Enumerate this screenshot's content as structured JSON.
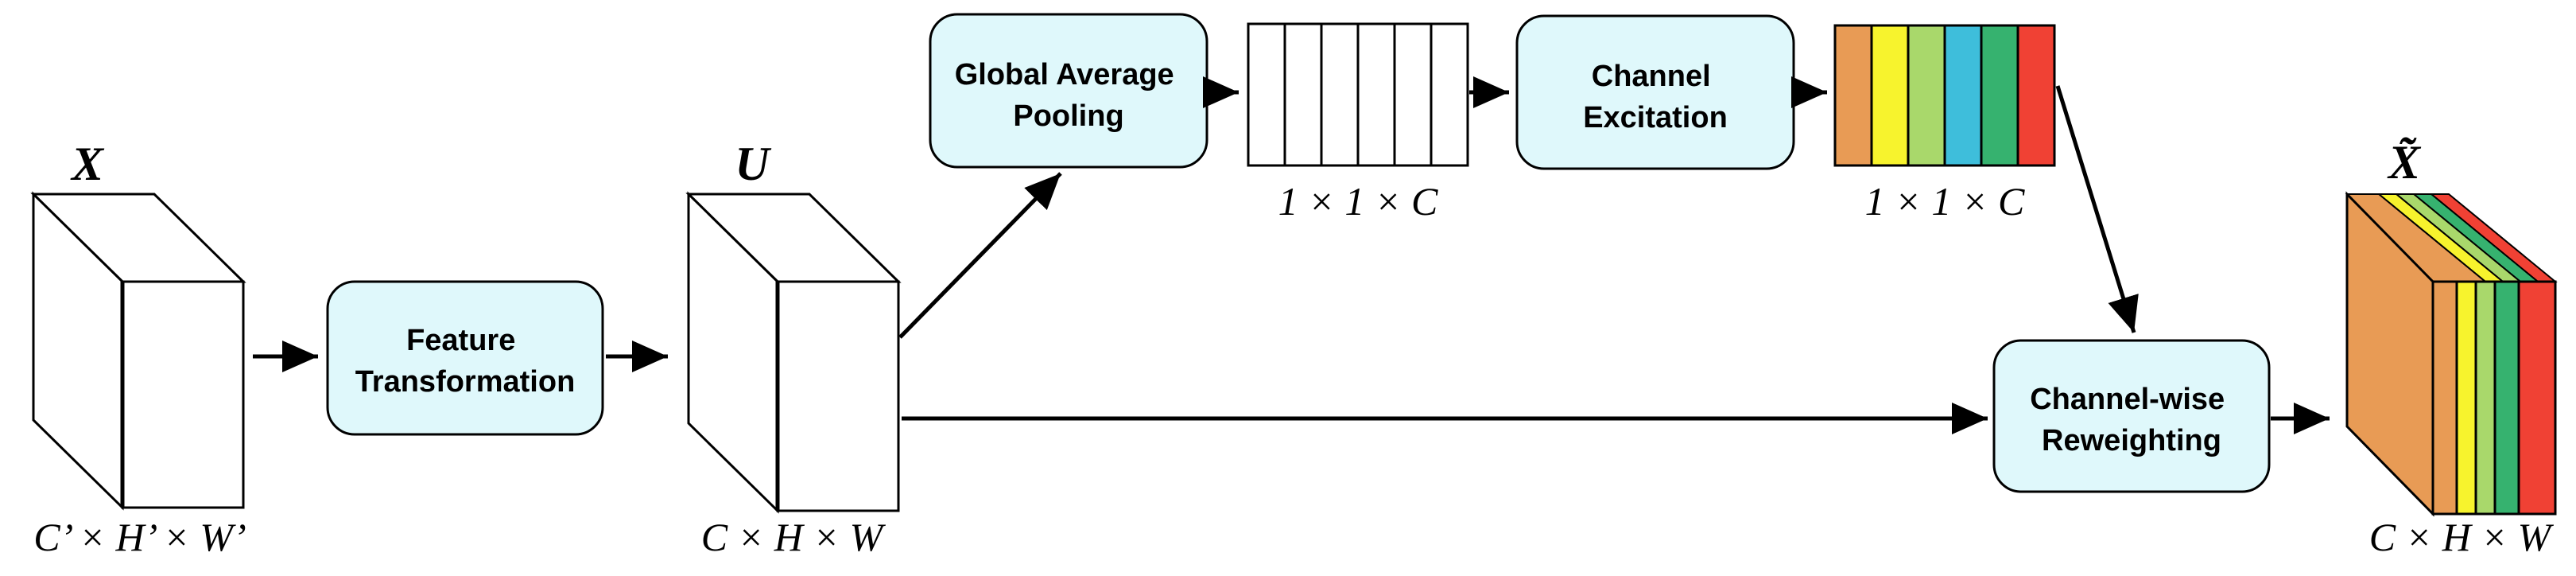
{
  "inputs": {
    "x_symbol": "X",
    "x_dims": "C’ × H’ × W’",
    "u_symbol": "U",
    "u_dims": "C × H × W",
    "out_symbol": "X̃",
    "out_dims": "C × H × W"
  },
  "boxes": {
    "feature_transformation": [
      "Feature",
      "Transformation"
    ],
    "global_average_pooling": [
      "Global Average",
      "Pooling"
    ],
    "channel_excitation": [
      "Channel",
      "Excitation"
    ],
    "channel_wise_reweighting": [
      "Channel-wise",
      "Reweighting"
    ]
  },
  "vectors": {
    "pooled_dims": "1 × 1 × C",
    "weights_dims": "1 × 1 × C"
  },
  "colors": {
    "box_fill": "#dff8fb",
    "channels": [
      "#e89b55",
      "#f7f32d",
      "#a9d86b",
      "#3ebedb",
      "#36b26f",
      "#f04134"
    ]
  }
}
